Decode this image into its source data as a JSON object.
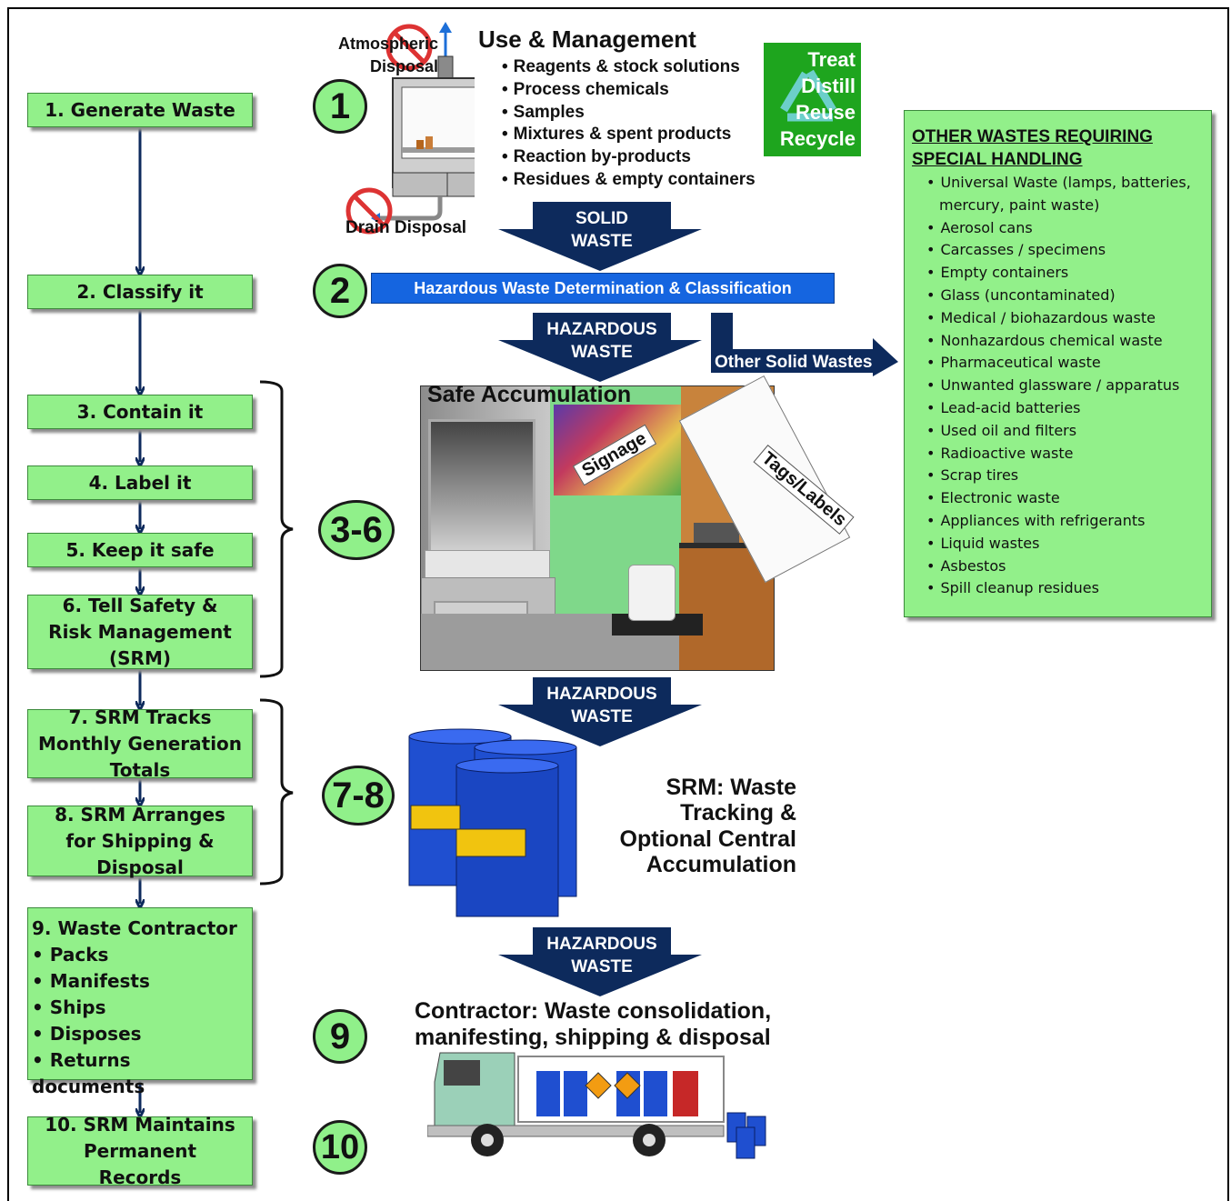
{
  "steps": {
    "s1": "1. Generate Waste",
    "s2": "2. Classify it",
    "s3": "3. Contain it",
    "s4": "4. Label it",
    "s5": "5. Keep it safe",
    "s6": "6. Tell Safety & Risk Management (SRM)",
    "s7": "7. SRM Tracks Monthly Generation Totals",
    "s8": "8. SRM Arranges for Shipping & Disposal",
    "s9_title": "9. Waste Contractor",
    "s9_items": [
      "Packs",
      "Manifests",
      "Ships",
      "Disposes",
      "Returns documents"
    ],
    "s10": "10. SRM Maintains Permanent Records"
  },
  "circles": {
    "c1": "1",
    "c2": "2",
    "c36": "3-6",
    "c78": "7-8",
    "c9": "9",
    "c10": "10"
  },
  "use_management": {
    "title": "Use & Management",
    "items": [
      "Reagents & stock solutions",
      "Process chemicals",
      "Samples",
      "Mixtures & spent products",
      "Reaction by-products",
      "Residues & empty containers"
    ],
    "atmospheric": "Atmospheric Disposal",
    "drain": "Drain Disposal",
    "recycle_words": [
      "Treat",
      "Distill",
      "Reuse",
      "Recycle"
    ]
  },
  "arrows": {
    "solid_waste": "SOLID WASTE",
    "hazardous_1": "HAZARDOUS WASTE",
    "hazardous_2": "HAZARDOUS WASTE",
    "hazardous_3": "HAZARDOUS WASTE",
    "other_solid": "Other Solid Wastes"
  },
  "classification_bar": "Hazardous Waste Determination & Classification",
  "safe_accumulation": {
    "title": "Safe Accumulation",
    "signage": "Signage",
    "tags": "Tags/Labels"
  },
  "srm_text": "SRM: Waste Tracking & Optional Central Accumulation",
  "contractor_text": "Contractor: Waste consolidation, manifesting, shipping & disposal",
  "other_wastes": {
    "title": "OTHER WASTES REQUIRING SPECIAL HANDLING",
    "items": [
      "Universal Waste (lamps, batteries, mercury, paint waste)",
      "Aerosol cans",
      "Carcasses / specimens",
      "Empty containers",
      "Glass (uncontaminated)",
      "Medical / biohazardous waste",
      "Nonhazardous chemical waste",
      "Pharmaceutical waste",
      "Unwanted glassware / apparatus",
      "Lead-acid batteries",
      "Used oil and filters",
      "Radioactive waste",
      "Scrap tires",
      "Electronic waste",
      "Appliances with refrigerants",
      "Liquid wastes",
      "Asbestos",
      "Spill cleanup residues"
    ]
  },
  "colors": {
    "step_fill": "#92f08a",
    "arrow_navy": "#0d2a5c",
    "class_bar": "#1565e0",
    "recycle_green": "#1ea51e",
    "drum_blue": "#1f4fd0"
  }
}
